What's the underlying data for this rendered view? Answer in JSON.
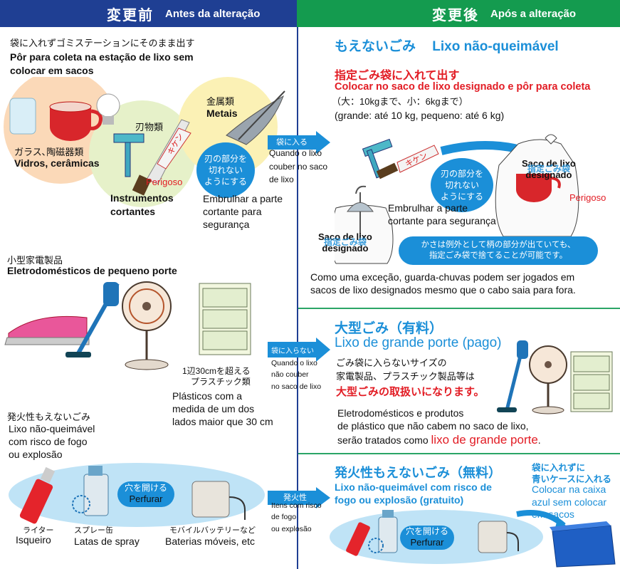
{
  "header": {
    "before_ja": "変更前",
    "before_pt": "Antes da alteração",
    "after_ja": "変更後",
    "after_pt": "Após a alteração"
  },
  "left": {
    "intro_ja": "袋に入れずゴミステーションにそのまま出す",
    "intro_pt_1": "Pôr para coleta na estação de lixo sem",
    "intro_pt_2": "colocar em sacos",
    "glass_ja": "ガラス､陶磁器類",
    "glass_pt": "Vidros, cerâmicas",
    "blades_ja": "刃物類",
    "blades_pt_1": "Instrumentos",
    "blades_pt_2": "cortantes",
    "metals_ja": "金属類",
    "metals_pt": "Metais",
    "danger_word": "Perigoso",
    "wrap_bubble": "刃の部分を\n切れない\nようにする",
    "wrap_pt_1": "Embrulhar a parte",
    "wrap_pt_2": "cortante para",
    "wrap_pt_3": "segurança",
    "appliances_ja": "小型家電製品",
    "appliances_pt": "Eletrodomésticos de pequeno porte",
    "plastics_ja_1": "1辺30cmを超える",
    "plastics_ja_2": "プラスチック類",
    "plastics_pt_1": "Plásticos com a",
    "plastics_pt_2": "medida de um dos",
    "plastics_pt_3": "lados maior que 30 cm",
    "fire_ja": "発火性もえないごみ",
    "fire_pt_1": "Lixo não-queimável",
    "fire_pt_2": "com risco de fogo",
    "fire_pt_3": "ou explosão",
    "lighter_ja": "ライター",
    "lighter_pt": "Isqueiro",
    "spray_ja": "スプレー缶",
    "spray_pt": "Latas de spray",
    "battery_ja": "モバイルバッテリーなど",
    "battery_pt": "Baterias móveis, etc",
    "pierce_ja": "穴を開ける",
    "pierce_pt": "Perfurar"
  },
  "arrows": {
    "a1_ja": "袋に入る",
    "a1_pt": "Quando o lixo\ncouber no saco\nde lixo",
    "a2_ja": "袋に入らない",
    "a2_pt": "Quando o lixo\nnão couber\nno saco de lixo",
    "a3_ja": "発火性",
    "a3_pt": "Itens com risco\nde fogo\nou explosão"
  },
  "right": {
    "s1_title_ja": "もえないごみ",
    "s1_title_pt": "Lixo não-queimável",
    "s1_rule_ja": "指定ごみ袋に入れて出す",
    "s1_rule_pt": "Colocar no saco de lixo designado e pôr para coleta",
    "s1_limit_ja": "（大：10kgまで、小：6kgまで）",
    "s1_limit_pt": "(grande: até 10 kg, pequeno: até 6 kg)",
    "bag_ja": "指定ごみ袋",
    "bag_pt_1": "Saco de lixo",
    "bag_pt_2": "designado",
    "wrap_bubble": "刃の部分を\n切れない\nようにする",
    "wrap_pt_1": "Embrulhar a parte",
    "wrap_pt_2": "cortante para segurança",
    "danger_word": "Perigoso",
    "umbrella_bubble": "かさは例外として柄の部分が出ていても、\n指定ごみ袋で捨てることが可能です。",
    "umbrella_pt_1": "Como uma exceção, guarda-chuvas podem ser jogados em",
    "umbrella_pt_2": "sacos de lixo designados mesmo que o cabo saia para fora.",
    "s2_title_ja": "大型ごみ（有料）",
    "s2_title_pt": "Lixo de grande porte (pago)",
    "s2_ja_1": "ごみ袋に入らないサイズの",
    "s2_ja_2": "家電製品、プラスチック製品等は",
    "s2_ja_3": "大型ごみの取扱いになります。",
    "s2_pt_1": "Eletrodomésticos e produtos",
    "s2_pt_2": "de plástico que não cabem no saco de lixo,",
    "s2_pt_3a": "serão tratados como ",
    "s2_pt_3b": "lixo de grande porte",
    "s2_pt_3c": ".",
    "s3_title_ja": "発火性もえないごみ（無料）",
    "s3_title_pt_1": "Lixo não-queimável com risco de",
    "s3_title_pt_2": "fogo ou explosão (gratuito)",
    "box_ja_1": "袋に入れずに",
    "box_ja_2": "青いケースに入れる",
    "box_pt_1": "Colocar na caixa",
    "box_pt_2": "azul sem colocar",
    "box_pt_3": "em sacos",
    "pierce_ja": "穴を開ける",
    "pierce_pt": "Perfurar"
  },
  "colors": {
    "header_before": "#1f3f93",
    "header_after": "#149b4f",
    "accent_blue": "#1b8fd8",
    "accent_red": "#e21c24"
  }
}
